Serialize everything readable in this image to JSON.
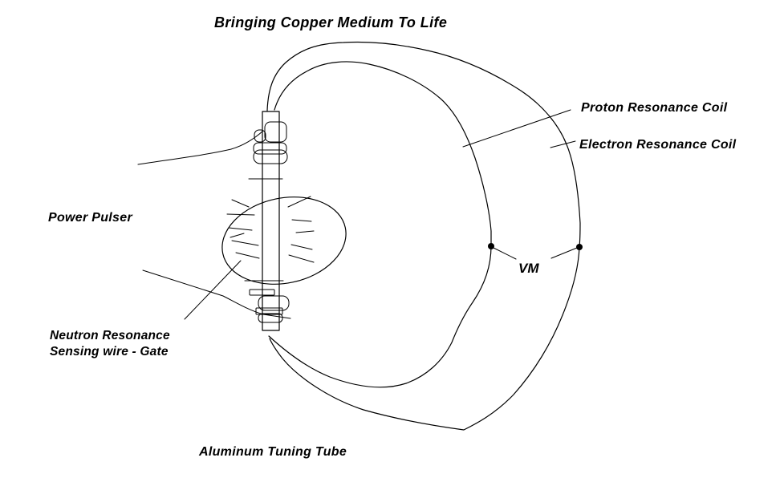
{
  "diagram": {
    "title": "Bringing Copper Medium To Life",
    "labels": {
      "proton_coil": "Proton Resonance Coil",
      "electron_coil": "Electron Resonance Coil",
      "power_pulser": "Power Pulser",
      "voltmeter": "VM",
      "neutron_gate_line1": "Neutron Resonance",
      "neutron_gate_line2": "Sensing wire - Gate",
      "tuning_tube": "Aluminum Tuning Tube"
    },
    "colors": {
      "ink": "#000000",
      "background": "#ffffff"
    }
  }
}
